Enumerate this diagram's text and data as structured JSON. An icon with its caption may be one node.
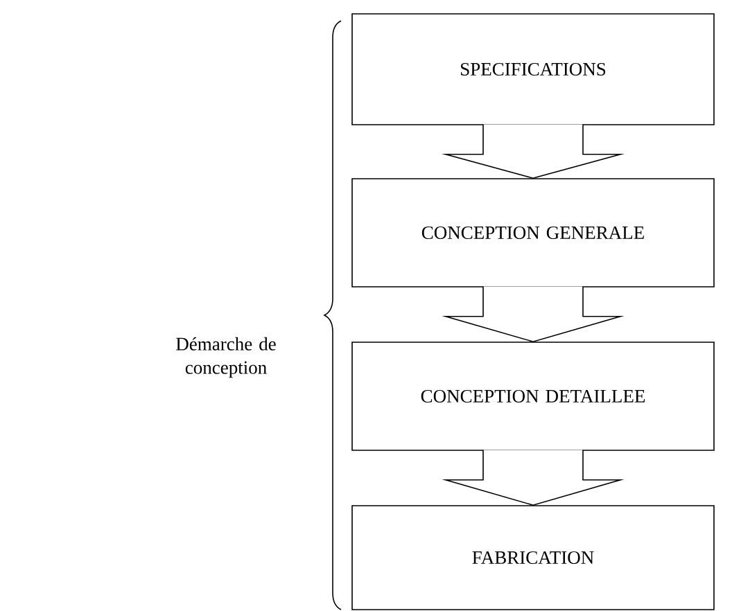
{
  "diagram": {
    "nodes": [
      {
        "text": [
          "SPECIFICATIONS"
        ]
      },
      {
        "text": [
          "CONCEPTION GENERALE"
        ]
      },
      {
        "text": [
          "CONCEPTION DETAILLEE"
        ]
      },
      {
        "text": [
          "FABRICATION"
        ]
      }
    ],
    "edges": [
      {
        "from": 0,
        "to": 1,
        "arrow": "to"
      },
      {
        "from": 1,
        "to": 2,
        "arrow": "to"
      },
      {
        "from": 2,
        "to": 3,
        "arrow": "to"
      }
    ],
    "labels": [
      "Démarche de conception"
    ]
  }
}
